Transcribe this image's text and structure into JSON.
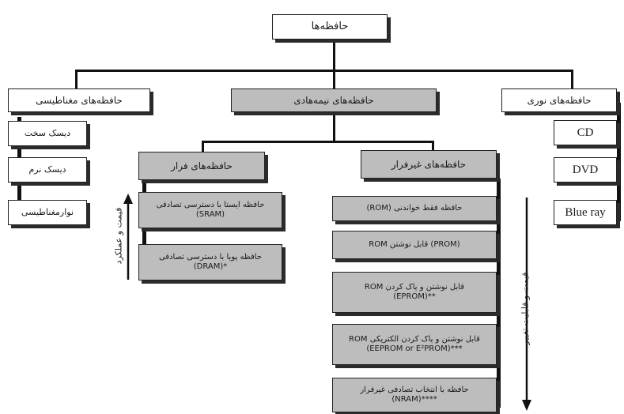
{
  "root": {
    "label": "حافظه‌ها"
  },
  "branches": {
    "magnetic": {
      "label": "حافظه‌های مغناطیسی",
      "items": [
        "دیسک سخت",
        "دیسک نرم",
        "نوارمغناطیسی"
      ]
    },
    "semiconductor": {
      "label": "حافظه‌های نیمه‌هادی",
      "volatile": {
        "label": "حافظه‌های فرار",
        "items": [
          {
            "line1": "حافظه ایستا با دسترسی تصادفی",
            "line2": "(SRAM)"
          },
          {
            "line1": "حافظه پویا با دسترسی تصادفی",
            "line2": "(DRAM)*"
          }
        ],
        "arrow_label": "قیمت و عملکرد"
      },
      "nonvolatile": {
        "label": "حافظه‌های غیرفرار",
        "items": [
          {
            "line1": "(ROM) حافظه فقط خواندنی",
            "line2": ""
          },
          {
            "line1": "ROM قابل نوشتن (PROM)",
            "line2": ""
          },
          {
            "line1": "ROM قابل نوشتن و پاک کردن",
            "line2": "(EPROM)**"
          },
          {
            "line1": "ROM قابل نوشتن و پاک کردن الکتریکی",
            "line2": "(EEPROM or E²PROM)***"
          },
          {
            "line1": "حافظه با انتخاب تصادفی غیرفرار",
            "line2": "(NRAM)****"
          }
        ],
        "arrow_label": "قیمت و قابلیت تغییر"
      }
    },
    "optical": {
      "label": "حافظه‌های نوری",
      "items": [
        "CD",
        "DVD",
        "Blue ray"
      ]
    }
  }
}
